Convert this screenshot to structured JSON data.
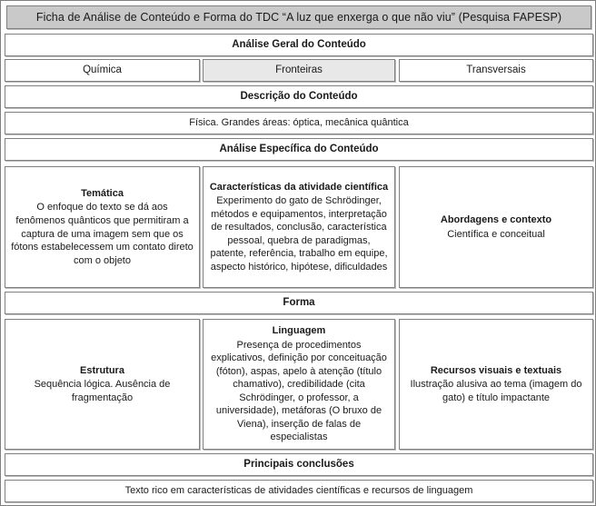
{
  "document": {
    "title": "Ficha de Análise de Conteúdo e Forma do TDC “A luz que enxerga o que não viu” (Pesquisa FAPESP)"
  },
  "sections": {
    "analise_geral_label": "Análise Geral do Conteúdo",
    "categories": [
      {
        "label": "Química",
        "selected": false
      },
      {
        "label": "Fronteiras",
        "selected": true
      },
      {
        "label": "Transversais",
        "selected": false
      }
    ],
    "descricao_label": "Descrição do Conteúdo",
    "descricao_value": "Física. Grandes áreas: óptica, mecânica quântica",
    "analise_especifica_label": "Análise Específica do Conteúdo",
    "especifica_cells": [
      {
        "title": "Temática",
        "body": "O enfoque do texto se dá aos fenômenos quânticos que permitiram a captura de uma imagem sem que os fótons estabelecessem um contato direto com o objeto"
      },
      {
        "title": "Características da atividade científica",
        "body": "Experimento do gato de Schrödinger, métodos e equipamentos, interpretação de resultados, conclusão, característica pessoal, quebra de paradigmas, patente, referência, trabalho em equipe, aspecto histórico, hipótese, dificuldades"
      },
      {
        "title": "Abordagens e contexto",
        "body": "Científica e conceitual"
      }
    ],
    "forma_label": "Forma",
    "forma_cells": [
      {
        "title": "Estrutura",
        "body": "Sequência lógica. Ausência de fragmentação"
      },
      {
        "title": "Linguagem",
        "body": "Presença de procedimentos explicativos, definição por conceituação (fóton), aspas, apelo à atenção (título chamativo), credibilidade (cita Schrödinger, o professor, a universidade), metáforas (O bruxo de Viena), inserção de falas de especialistas"
      },
      {
        "title": "Recursos visuais e textuais",
        "body": "Ilustração alusiva ao tema (imagem do gato) e título impactante"
      }
    ],
    "conclusoes_label": "Principais conclusões",
    "conclusoes_value": "Texto rico em características de atividades científicas e recursos de linguagem"
  },
  "colors": {
    "border": "#808080",
    "shadow": "#bdbdbd",
    "header_fill": "#c9c9c9",
    "selected_fill": "#e8e8e8",
    "text": "#1a1a1a",
    "page_background": "#ffffff"
  }
}
